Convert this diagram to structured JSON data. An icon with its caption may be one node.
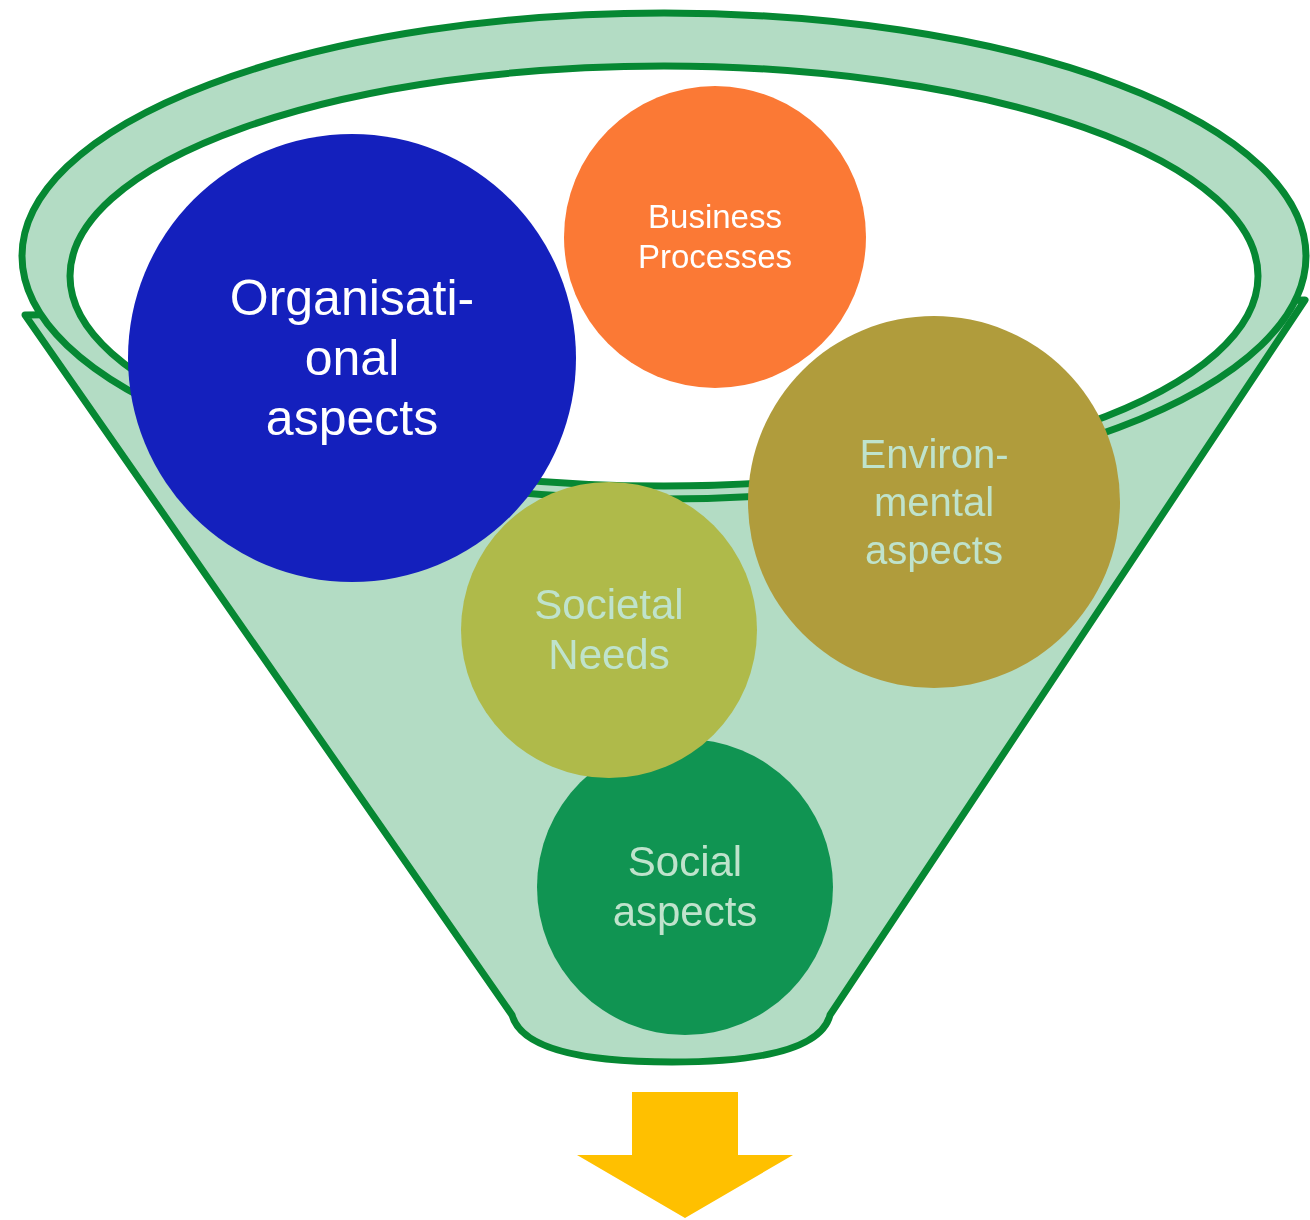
{
  "diagram": {
    "nodes": [
      {
        "text": [],
        "shape": "funnel"
      },
      {
        "text": [
          "Business Processes"
        ]
      },
      {
        "text": [
          "Organisati-onal aspects"
        ]
      },
      {
        "text": [
          "Environ-mental aspects"
        ],
        "in": 0
      },
      {
        "text": [
          "Societal Needs"
        ],
        "in": 0
      },
      {
        "text": [
          "Social aspects"
        ],
        "in": 0
      }
    ]
  }
}
